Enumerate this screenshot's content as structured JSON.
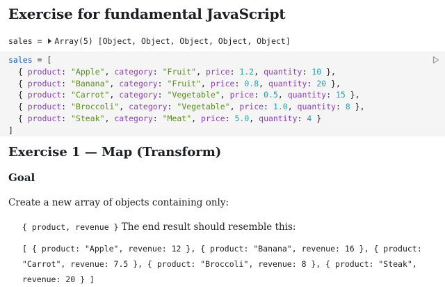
{
  "page": {
    "title": "Exercise for fundamental JavaScript"
  },
  "output": {
    "prefix": "sales = ",
    "summary": "Array(5) [Object, Object, Object, Object, Object]"
  },
  "code": {
    "line0": {
      "name": "sales",
      "op": " = ",
      "open": "["
    },
    "rows": [
      {
        "product": "\"Apple\"",
        "category": "\"Fruit\"",
        "price": "1.2",
        "quantity": "10",
        "end": " },"
      },
      {
        "product": "\"Banana\"",
        "category": "\"Fruit\"",
        "price": "0.8",
        "quantity": "20",
        "end": " },"
      },
      {
        "product": "\"Carrot\"",
        "category": "\"Vegetable\"",
        "price": "0.5",
        "quantity": "15",
        "end": " },"
      },
      {
        "product": "\"Broccoli\"",
        "category": "\"Vegetable\"",
        "price": "1.0",
        "quantity": "8",
        "end": " },"
      },
      {
        "product": "\"Steak\"",
        "category": "\"Meat\"",
        "price": "5.0",
        "quantity": "4",
        "end": " }"
      }
    ],
    "close": "]",
    "keys": {
      "product": "product",
      "category": "category",
      "price": "price",
      "quantity": "quantity"
    }
  },
  "run_icon": "play-icon",
  "section": {
    "heading": "Exercise 1 — Map (Transform)",
    "goal": "Goal",
    "description": "Create a new array of objects containing only:",
    "fields_code": "{ product, revenue }",
    "fields_text": " The end result should resemble this:",
    "result": "[ { product: \"Apple\", revenue: 12 }, { product: \"Banana\", revenue: 16 }, { product: \"Carrot\", revenue: 7.5 }, { product: \"Broccoli\", revenue: 8 }, { product: \"Steak\", revenue: 20 } ]"
  },
  "colors": {
    "keyword": "#1a5aa6",
    "string": "#5b8a1f",
    "key": "#8e3fb4",
    "number": "#2aa0a7",
    "cell_bg": "#f5f5f5"
  }
}
